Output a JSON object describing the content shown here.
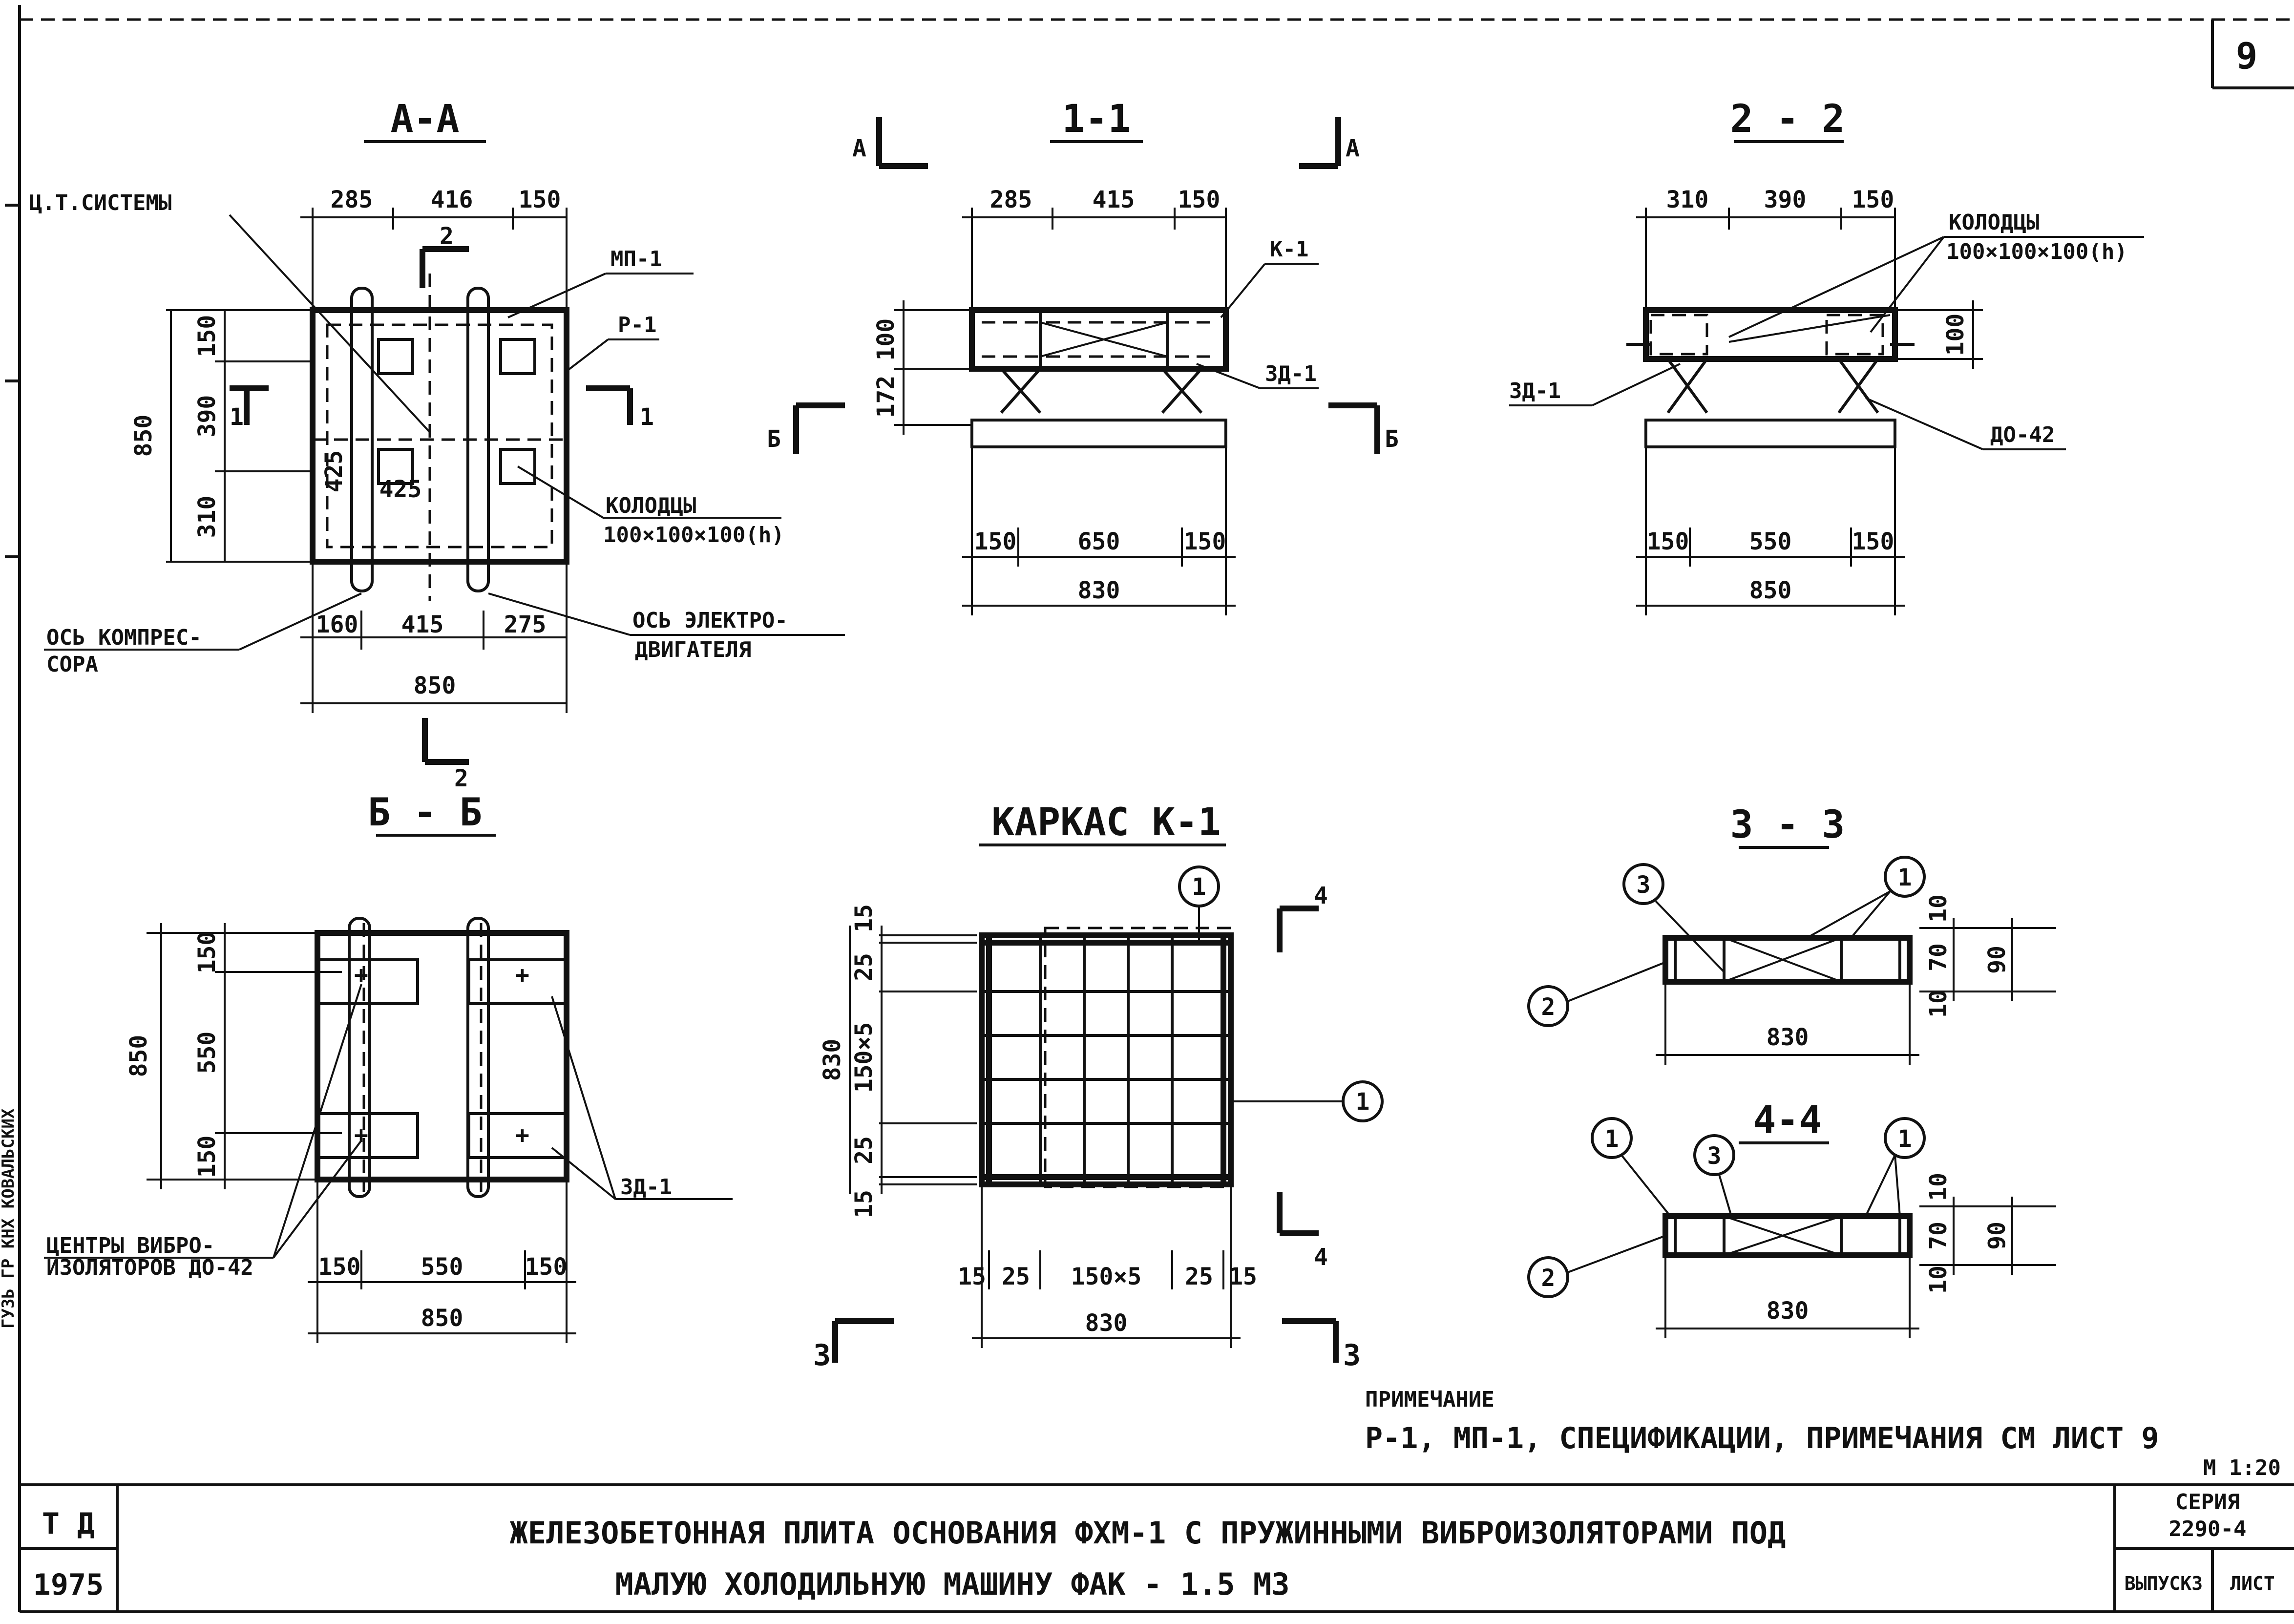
{
  "sheet_number": "9",
  "views": {
    "aa": {
      "title": "А-А",
      "cog_label": "Ц.Т.СИСТЕМЫ",
      "mp_label": "МП-1",
      "r_label": "Р-1",
      "wells_label": "КОЛОДЦЫ",
      "wells_size": "100×100×100(h)",
      "compressor_axis": "ОСЬ КОМПРЕС-",
      "compressor_axis_2": "СОРА",
      "motor_axis": "ОСЬ ЭЛЕКТРО-",
      "motor_axis_2": "ДВИГАТЕЛЯ",
      "section_cut_2": "2",
      "section_cut_1": "1",
      "dims_top": [
        "285",
        "416",
        "150"
      ],
      "dims_left": [
        "150",
        "390",
        "310"
      ],
      "dim_total_left": "850",
      "dims_inner": [
        "425",
        "425"
      ],
      "dims_bottom": [
        "160",
        "415",
        "275"
      ],
      "dim_total_bottom": "850"
    },
    "s11": {
      "title": "1-1",
      "cut_a": "А",
      "cut_b": "Б",
      "k_label": "К-1",
      "zd_label": "ЗД-1",
      "dims_top": [
        "285",
        "415",
        "150"
      ],
      "dims_left": [
        "100",
        "172"
      ],
      "dims_bottom": [
        "150",
        "650",
        "150"
      ],
      "dim_total": "830"
    },
    "s22": {
      "title": "2 - 2",
      "wells_label": "КОЛОДЦЫ",
      "wells_size": "100×100×100(h)",
      "zd_label": "ЗД-1",
      "do_label": "ДО-42",
      "dims_top": [
        "310",
        "390",
        "150"
      ],
      "dim_right": "100",
      "dims_bottom": [
        "150",
        "550",
        "150"
      ],
      "dim_total": "850"
    },
    "bb": {
      "title": "Б - Б",
      "zd_label": "ЗД-1",
      "centers_label": "ЦЕНТРЫ ВИБРО-",
      "centers_label_2": "ИЗОЛЯТОРОВ ДО-42",
      "dims_left": [
        "150",
        "550",
        "150"
      ],
      "dim_total_left": "850",
      "dims_bottom": [
        "150",
        "550",
        "150"
      ],
      "dim_total_bottom": "850"
    },
    "frame": {
      "title": "КАРКАС К-1",
      "callout_1": "1",
      "cut_4": "4",
      "cut_3": "3",
      "dims_left": [
        "15",
        "25",
        "150×5",
        "25",
        "15"
      ],
      "dim_total_left": "830",
      "dims_bottom": [
        "15",
        "25",
        "150×5",
        "25",
        "15"
      ],
      "dim_total_bottom": "830"
    },
    "s33": {
      "title": "3 - 3",
      "callouts": [
        "3",
        "1",
        "2"
      ],
      "dims_right": [
        "10",
        "70",
        "10"
      ],
      "dim_right_total": "90",
      "dim_total": "830"
    },
    "s44": {
      "title": "4-4",
      "callouts": [
        "1",
        "3",
        "1",
        "2"
      ],
      "dims_right": [
        "10",
        "70",
        "10"
      ],
      "dim_right_total": "90",
      "dim_total": "830"
    }
  },
  "note": {
    "heading": "ПРИМЕЧАНИЕ",
    "text": "Р-1, МП-1, СПЕЦИФИКАЦИИ, ПРИМЕЧАНИЯ СМ ЛИСТ 9"
  },
  "scale": "М 1:20",
  "side_stamp": "ГУЗЬ  ГР  КНХ  КОВАЛЬСКИХ",
  "title_block": {
    "org": "Т Д",
    "year": "1975",
    "title_line1": "ЖЕЛЕЗОБЕТОННАЯ ПЛИТА ОСНОВАНИЯ ФХМ-1 С ПРУЖИННЫМИ ВИБРОИЗОЛЯТОРАМИ ПОД",
    "title_line2": "МАЛУЮ ХОЛОДИЛЬНУЮ МАШИНУ ФАК - 1.5 М3",
    "series_label": "СЕРИЯ",
    "series_value": "2290-4",
    "issue_label": "ВЫПУСК3",
    "sheet_label": "ЛИСТ"
  }
}
